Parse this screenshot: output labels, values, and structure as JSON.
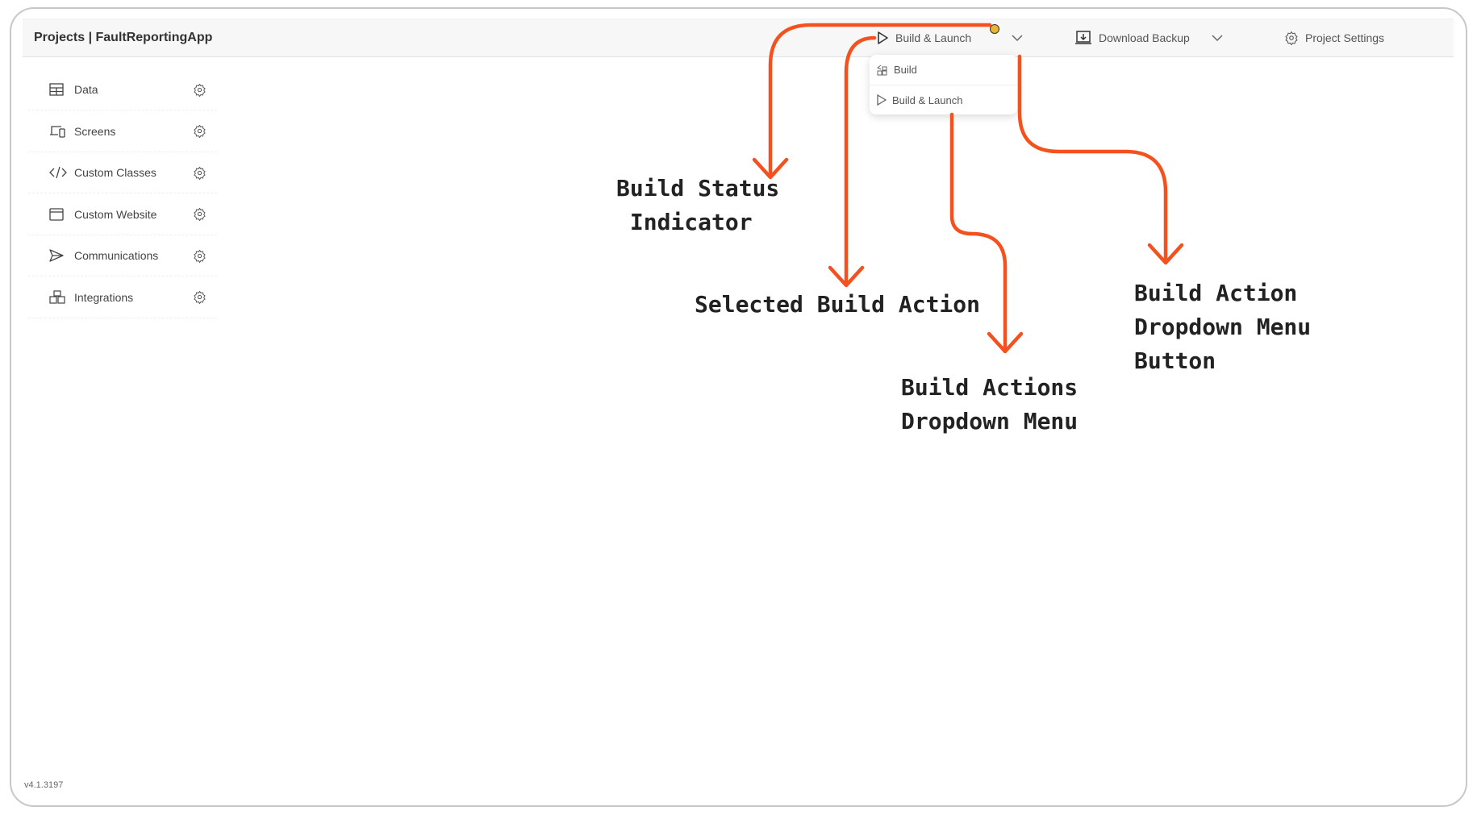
{
  "header": {
    "title": "Projects | FaultReportingApp",
    "build_button": "Build & Launch",
    "download_button": "Download Backup",
    "settings_button": "Project Settings"
  },
  "status_indicator_color": "#e8b533",
  "accent": "#f4511e",
  "sidebar": {
    "items": [
      {
        "label": "Data",
        "icon": "table-icon"
      },
      {
        "label": "Screens",
        "icon": "devices-icon"
      },
      {
        "label": "Custom Classes",
        "icon": "code-icon"
      },
      {
        "label": "Custom Website",
        "icon": "browser-window-icon"
      },
      {
        "label": "Communications",
        "icon": "send-icon"
      },
      {
        "label": "Integrations",
        "icon": "boxes-icon"
      }
    ]
  },
  "dropdown": {
    "items": [
      {
        "label": "Build",
        "icon": "build-icon"
      },
      {
        "label": "Build & Launch",
        "icon": "play-icon"
      }
    ]
  },
  "annotations": {
    "status": "Build Status\n Indicator",
    "selected": "Selected Build Action",
    "menu": "Build Actions\nDropdown Menu",
    "menu_button": "Build Action\nDropdown Menu\nButton"
  },
  "version": "v4.1.3197"
}
